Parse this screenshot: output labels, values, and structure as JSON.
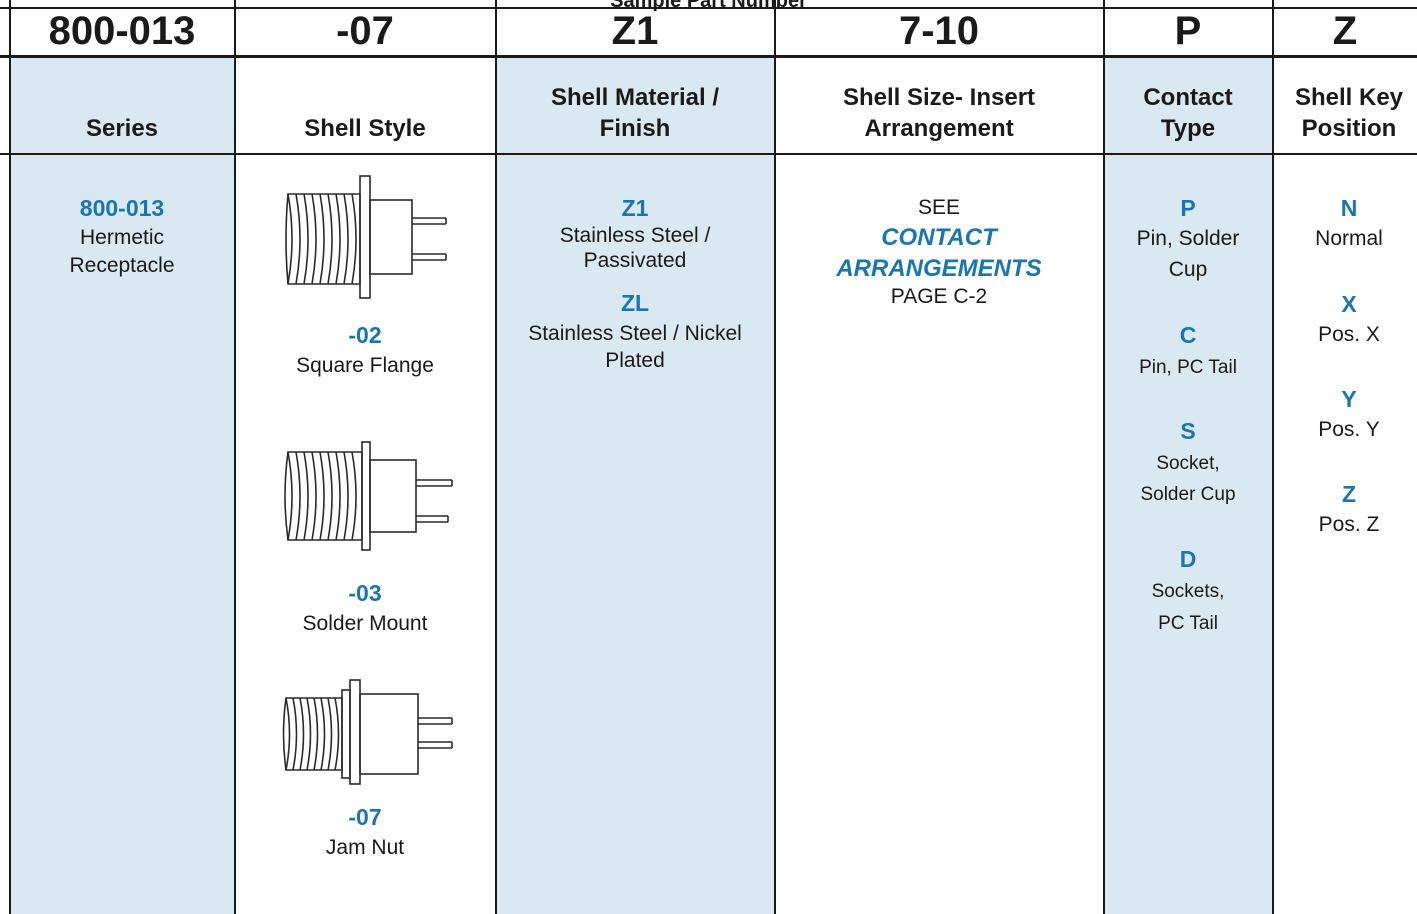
{
  "sample_title": "Sample Part Number",
  "part_number": [
    "800-013",
    "-07",
    "Z1",
    "7-10",
    "P",
    "Z"
  ],
  "headers": {
    "series": [
      "Series"
    ],
    "shell_style": [
      "Shell Style"
    ],
    "shell_material": [
      "Shell Material /",
      "Finish"
    ],
    "shell_size": [
      "Shell Size- Insert",
      "Arrangement"
    ],
    "contact_type": [
      "Contact",
      "Type"
    ],
    "shell_key": [
      "Shell Key",
      "Position"
    ]
  },
  "series": {
    "code": "800-013",
    "desc": [
      "Hermetic",
      "Receptacle"
    ]
  },
  "shell_styles": [
    {
      "code": "-02",
      "desc": "Square Flange",
      "icon": "square-flange-connector-icon"
    },
    {
      "code": "-03",
      "desc": "Solder Mount",
      "icon": "solder-mount-connector-icon"
    },
    {
      "code": "-07",
      "desc": "Jam Nut",
      "icon": "jam-nut-connector-icon"
    }
  ],
  "materials": [
    {
      "code": "Z1",
      "desc": [
        "Stainless Steel /",
        "Passivated"
      ]
    },
    {
      "code": "ZL",
      "desc": [
        "Stainless Steel / Nickel",
        "Plated"
      ]
    }
  ],
  "shell_size": {
    "see": "SEE",
    "link": [
      "CONTACT",
      "ARRANGEMENTS"
    ],
    "page": "PAGE C-2"
  },
  "contacts": [
    {
      "code": "P",
      "desc": [
        "Pin, Solder",
        "Cup"
      ]
    },
    {
      "code": "C",
      "desc": [
        "Pin, PC Tail"
      ]
    },
    {
      "code": "S",
      "desc": [
        "Socket,",
        "Solder Cup"
      ]
    },
    {
      "code": "D",
      "desc": [
        "Sockets,",
        "PC Tail"
      ]
    }
  ],
  "key_positions": [
    {
      "code": "N",
      "desc": "Normal"
    },
    {
      "code": "X",
      "desc": "Pos. X"
    },
    {
      "code": "Y",
      "desc": "Pos. Y"
    },
    {
      "code": "Z",
      "desc": "Pos. Z"
    }
  ],
  "colors": {
    "accent": "#1976b3",
    "stripe": "#d9e8f1",
    "line": "#1a1a1a"
  }
}
